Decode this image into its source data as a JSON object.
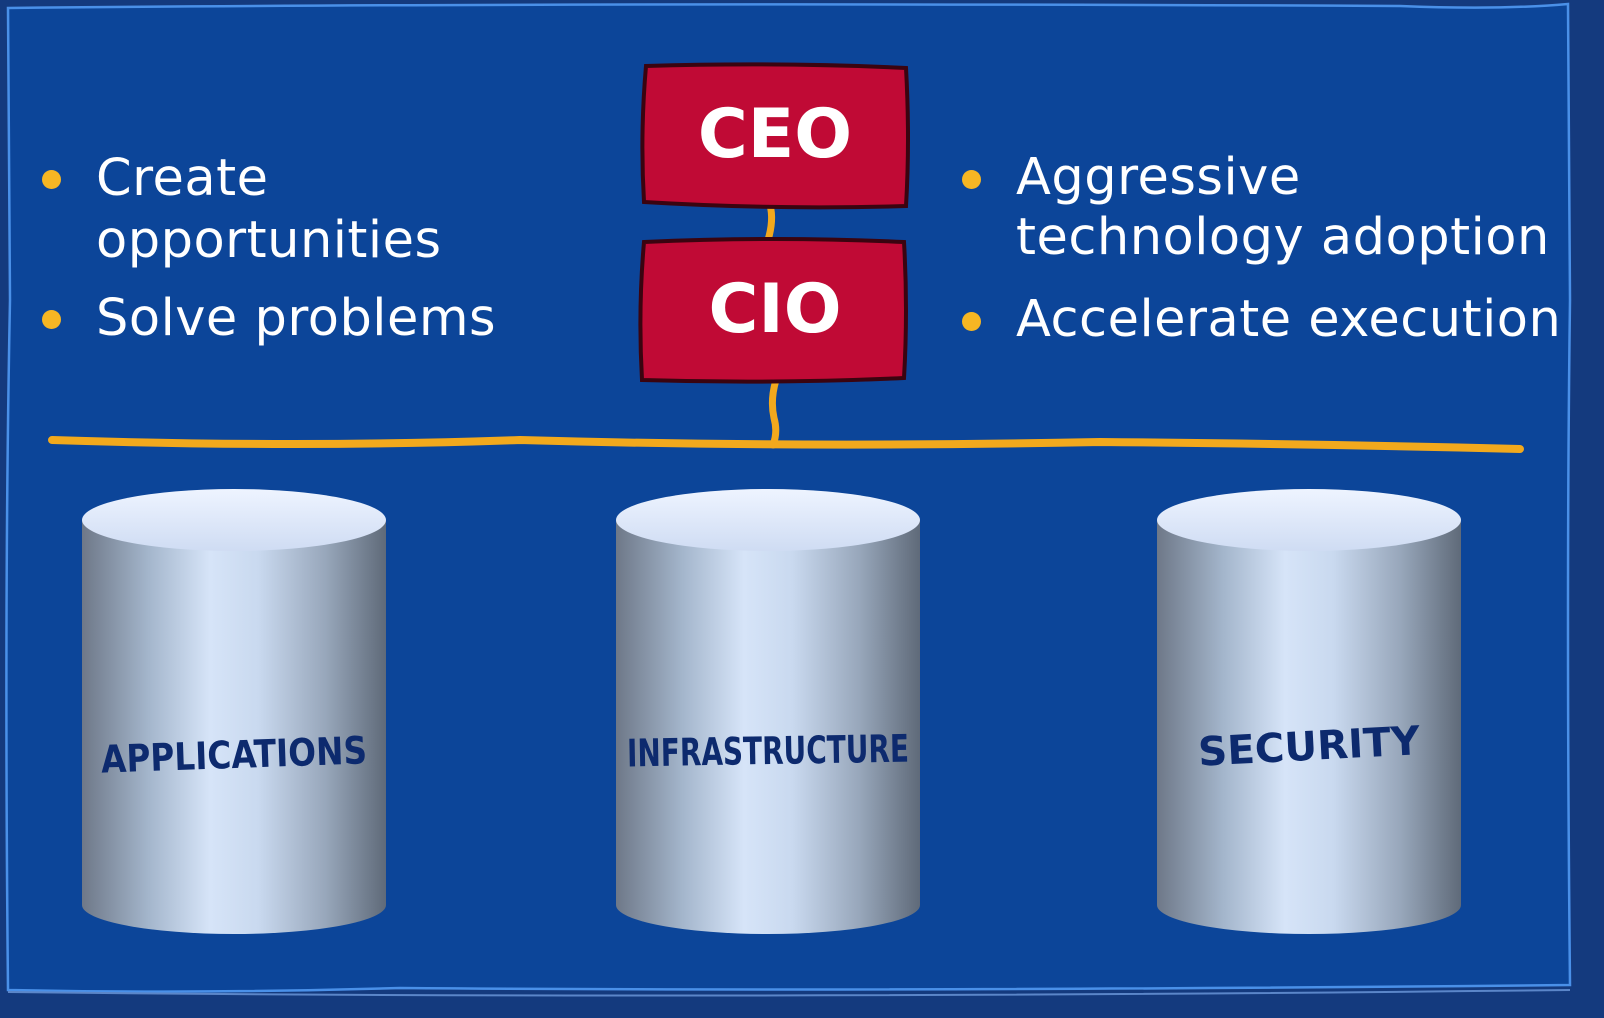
{
  "left_bullets": [
    "Create opportunities",
    "Solve problems"
  ],
  "right_bullets": [
    "Aggressive technology adoption",
    "Accelerate execution"
  ],
  "org": {
    "ceo": "CEO",
    "cio": "CIO"
  },
  "pillars": [
    {
      "id": "applications",
      "label": "APPLICATIONS"
    },
    {
      "id": "infrastructure",
      "label": "INFRASTRUCTURE"
    },
    {
      "id": "security",
      "label": "SECURITY"
    }
  ],
  "colors": {
    "background": "#0c4599",
    "border": "#4a90e8",
    "box_fill": "#c00a35",
    "connector": "#f2a91d",
    "bullet": "#f6b623",
    "cylinder_text": "#0d2a6e"
  }
}
